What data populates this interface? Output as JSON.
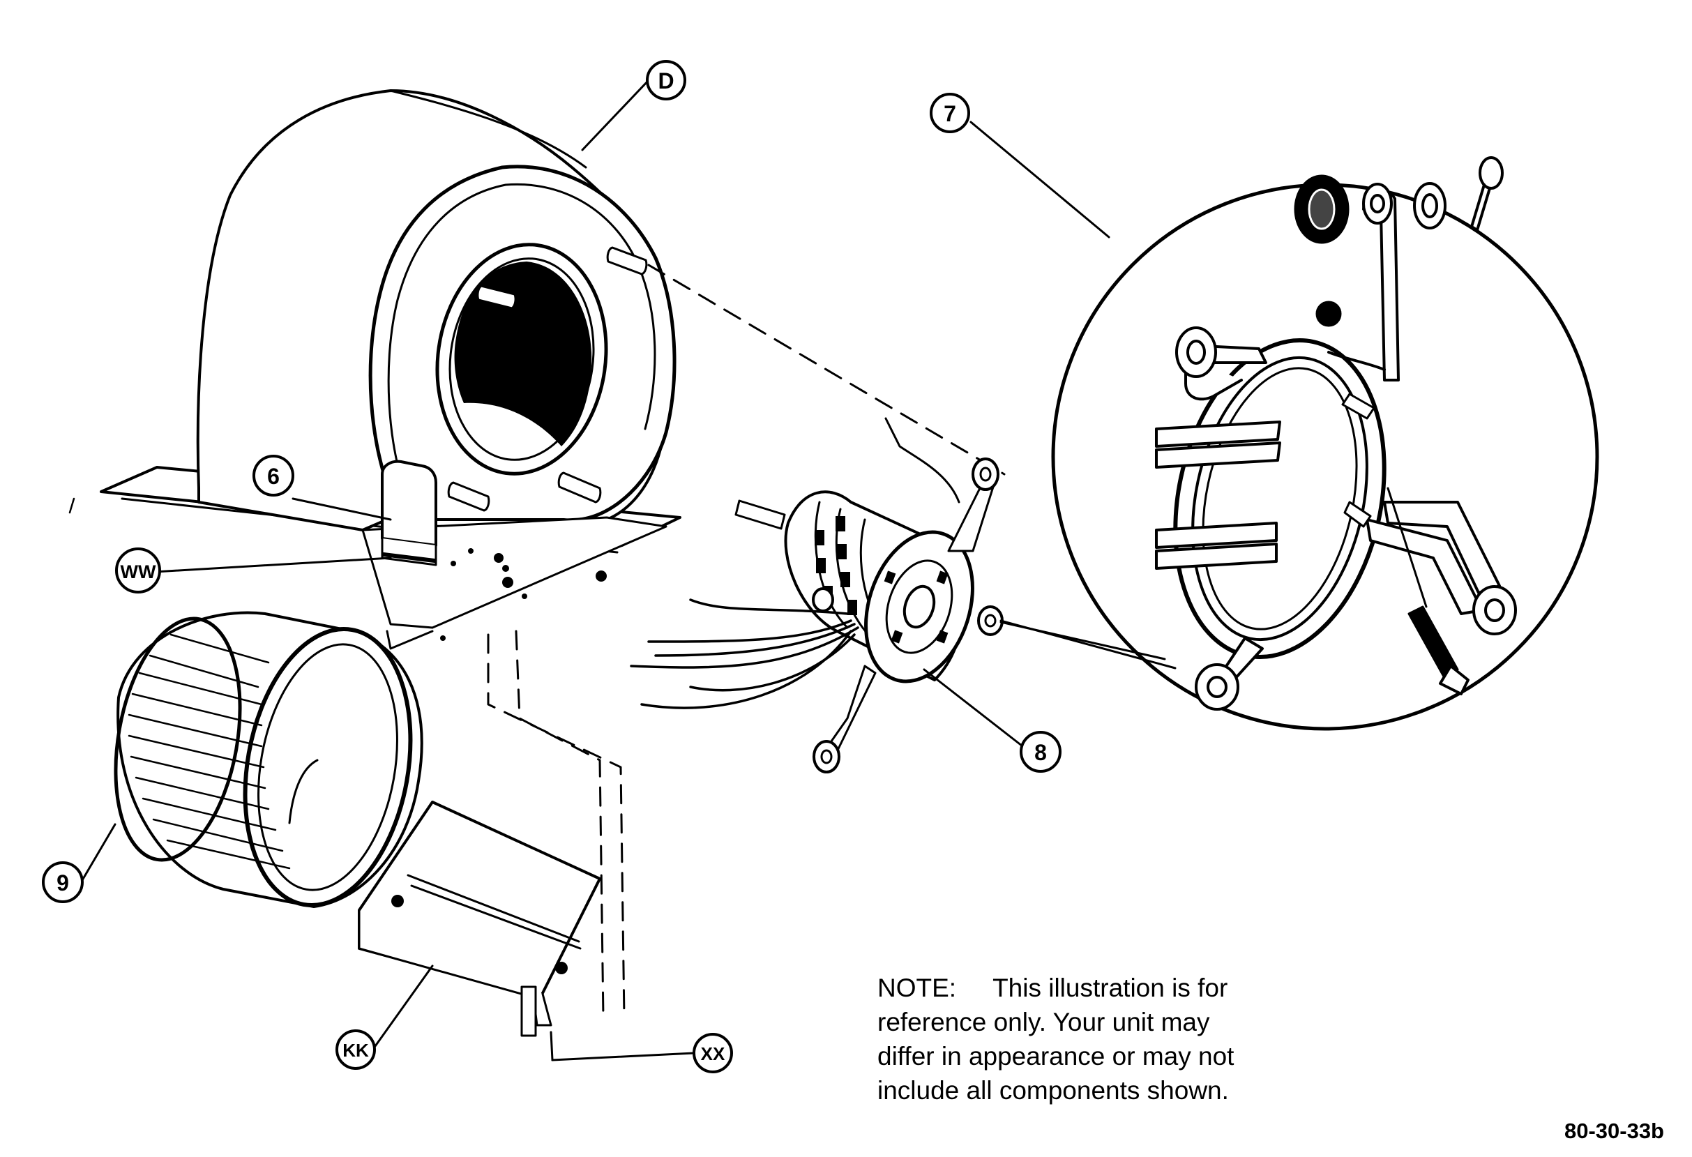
{
  "callouts": {
    "D": "D",
    "7": "7",
    "6": "6",
    "WW": "WW",
    "8": "8",
    "9": "9",
    "KK": "KK",
    "XX": "XX"
  },
  "note": {
    "line1_label": "NOTE:",
    "line1_text": "This illustration is for",
    "line2": "reference only.    Your unit may",
    "line3": "differ in appearance or may not",
    "line4": "include all components shown."
  },
  "figure_id": "80-30-33b"
}
